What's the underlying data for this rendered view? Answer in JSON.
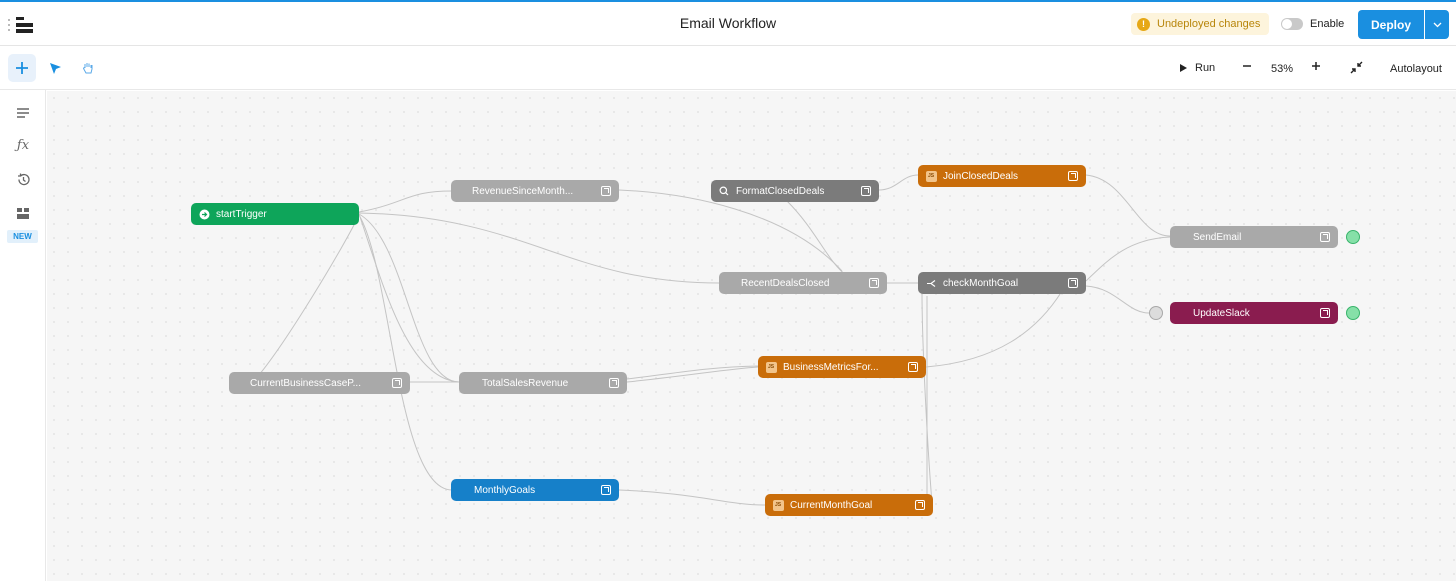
{
  "header": {
    "title": "Email Workflow",
    "undeployed_label": "Undeployed changes",
    "enable_label": "Enable",
    "deploy_label": "Deploy"
  },
  "toolbar": {
    "run_label": "Run",
    "zoom_level": "53%",
    "autolayout_label": "Autolayout"
  },
  "rail": {
    "new_badge": "NEW"
  },
  "nodes": {
    "start_trigger": "startTrigger",
    "revenue_since_month": "RevenueSinceMonth...",
    "format_closed_deals": "FormatClosedDeals",
    "join_closed_deals": "JoinClosedDeals",
    "send_email": "SendEmail",
    "recent_deals_closed": "RecentDealsClosed",
    "check_month_goal": "checkMonthGoal",
    "update_slack": "UpdateSlack",
    "current_business_case": "CurrentBusinessCaseP...",
    "total_sales_revenue": "TotalSalesRevenue",
    "business_metrics": "BusinessMetricsFor...",
    "monthly_goals": "MonthlyGoals",
    "current_month_goal": "CurrentMonthGoal"
  },
  "colors": {
    "accent": "#1a8fe0",
    "trigger": "#0ea55a",
    "query": "#a9a9a9",
    "transform": "#c96d0a",
    "branch": "#7b7b7b",
    "variable": "#1680c9",
    "slack": "#8a1c4f"
  }
}
